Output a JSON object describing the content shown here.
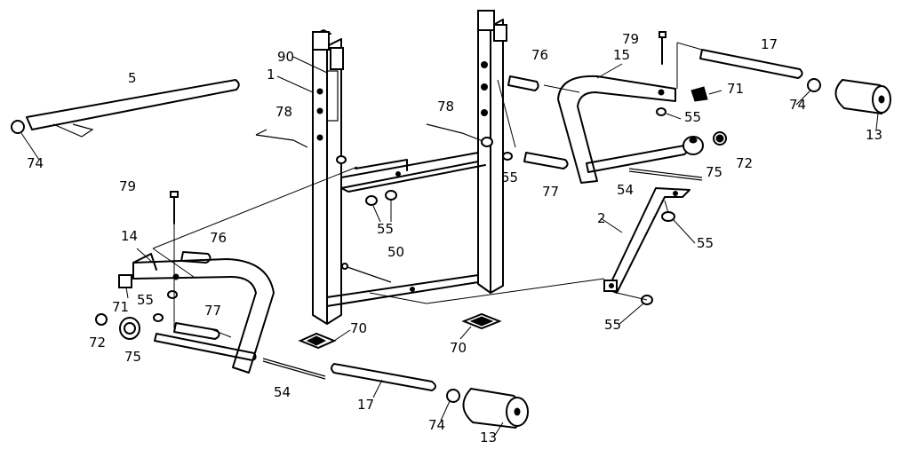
{
  "callouts": {
    "c_5": "5",
    "c_74_left": "74",
    "c_79_left": "79",
    "c_14": "14",
    "c_76_left": "76",
    "c_71_left": "71",
    "c_55_left_a": "55",
    "c_72_left": "72",
    "c_75_left": "75",
    "c_77_left": "77",
    "c_54_left": "54",
    "c_17_bottom": "17",
    "c_74_bottom": "74",
    "c_13_bottom": "13",
    "c_90": "90",
    "c_1": "1",
    "c_78_left": "78",
    "c_55_center": "55",
    "c_50": "50",
    "c_70_left": "70",
    "c_70_right": "70",
    "c_78_right": "78",
    "c_76_right": "76",
    "c_55_mid": "55",
    "c_77_right": "77",
    "c_79_right": "79",
    "c_15": "15",
    "c_71_right": "71",
    "c_55_right_a": "55",
    "c_17_top": "17",
    "c_74_right": "74",
    "c_13_right": "13",
    "c_75_right": "75",
    "c_72_right": "72",
    "c_54_right": "54",
    "c_2": "2",
    "c_55_right_b": "55",
    "c_55_right_c": "55"
  }
}
